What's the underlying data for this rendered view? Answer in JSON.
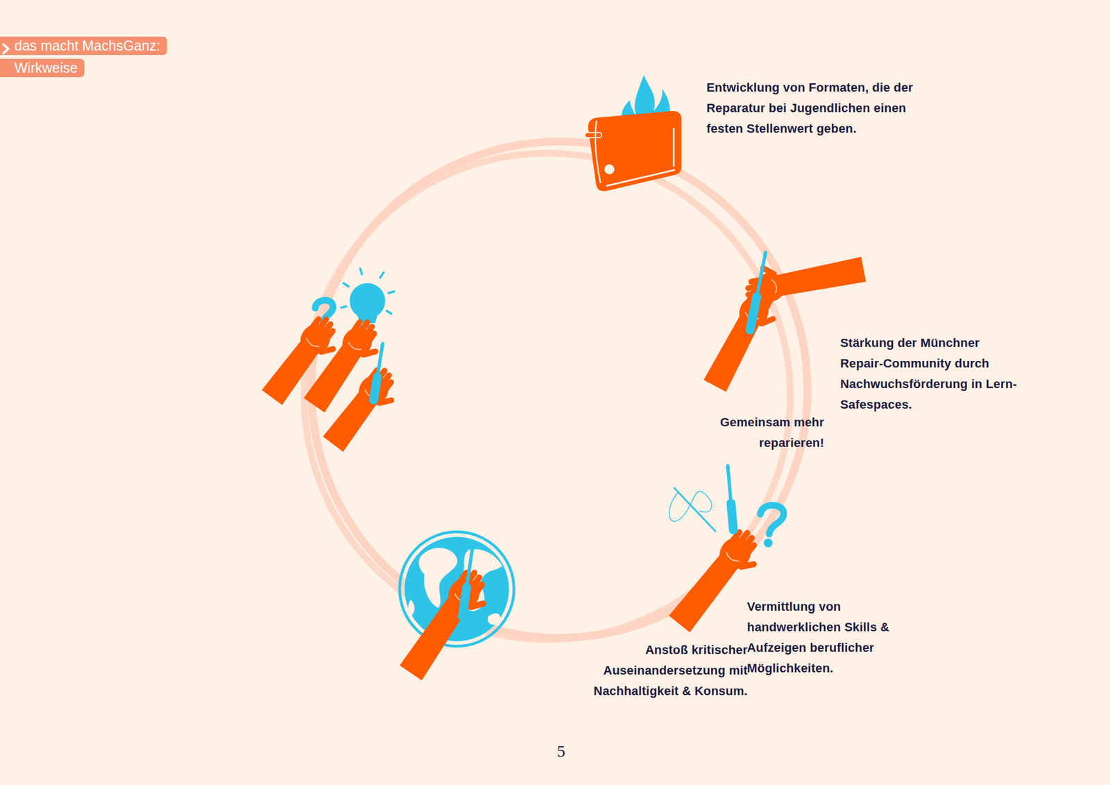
{
  "diagram": {
    "title": "das macht MachsGanz: Wirkweise",
    "labels": [
      "Entwicklung von Formaten, die der Reparatur bei Jugendlichen einen festen Stellenwert geben.",
      "Stärkung der Münchner Repair-Community durch Nachwuchsförderung in Lern-Safespaces.",
      "Gemeinsam mehr reparieren!",
      "Vermittlung von handwerklichen Skills & Aufzeigen beruflicher Möglichkeiten.",
      "Anstoß kritischer Auseinandersetzung mit Nachhaltigkeit & Konsum.",
      "5"
    ]
  }
}
